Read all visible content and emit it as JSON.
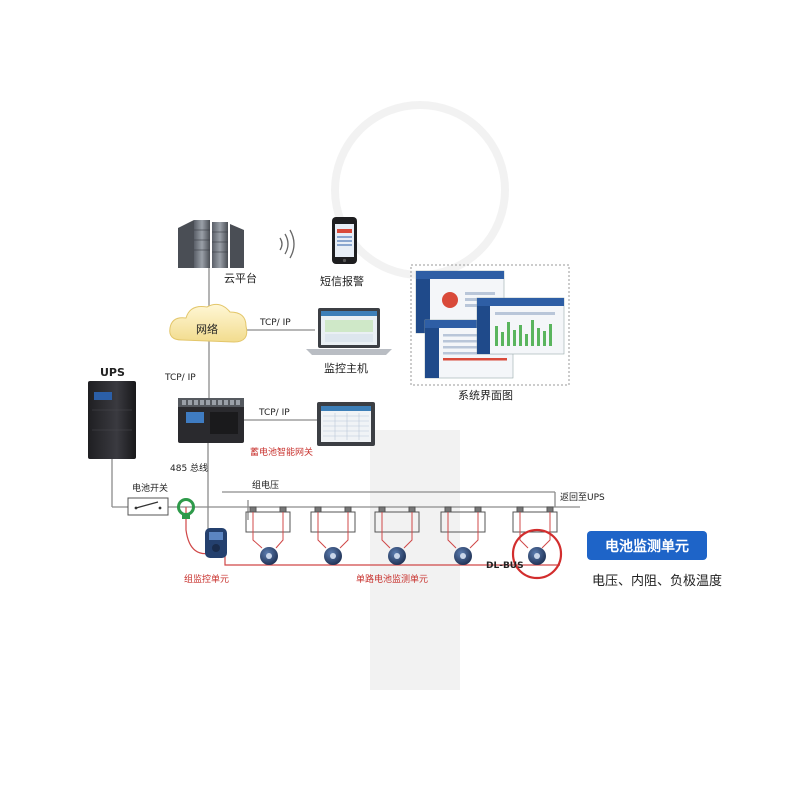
{
  "colors": {
    "line_gray": "#8c8c8c",
    "wire_red": "#d04848",
    "accent_red": "#d22d2d",
    "brand_blue": "#1e64c8",
    "device_dark": "#2a2a2e",
    "screen_blue": "#2b5fa8"
  },
  "labels": {
    "cloud_platform": "云平台",
    "sms_alarm": "短信报警",
    "network": "网络",
    "tcp_ip_1": "TCP/ IP",
    "tcp_ip_2": "TCP/ IP",
    "tcp_ip_3": "TCP/ IP",
    "monitor_host": "监控主机",
    "system_ui": "系统界面图",
    "ups": "UPS",
    "gateway": "蓄电池智能网关",
    "bus_485": "485 总线",
    "battery_switch": "电池开关",
    "group_voltage": "组电压",
    "return_ups": "返回至UPS",
    "group_monitor_unit": "组监控单元",
    "single_monitor_unit": "单路电池监测单元",
    "dl_bus": "DL-BUS",
    "battery_monitor_unit": "电池监测单元",
    "unit_desc": "电压、内阻、负极温度"
  },
  "icons": {
    "server": "server-rack-icon",
    "phone": "smartphone-icon",
    "wifi": "wireless-signal-icon",
    "cloud": "cloud-icon",
    "laptop": "laptop-icon",
    "ups": "ups-cabinet-icon",
    "gateway": "gateway-device-icon",
    "touchscreen": "touch-screen-icon",
    "ct": "current-sensor-icon",
    "battery": "battery-icon",
    "sensor": "sensor-node-icon"
  }
}
